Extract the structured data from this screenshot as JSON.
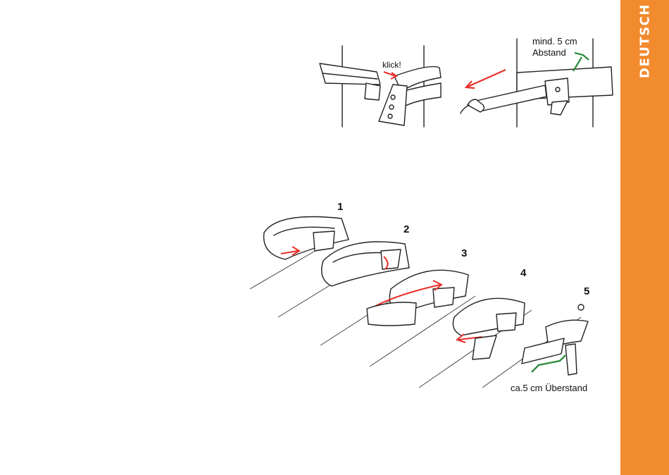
{
  "sidebar": {
    "label": "DEUTSCH",
    "color": "#f28a2e"
  },
  "figure_top_left": {
    "label": "klick!"
  },
  "figure_top_right": {
    "label_line1": "mind.  5 cm",
    "label_line2": "Abstand"
  },
  "steps": {
    "numbers": [
      "1",
      "2",
      "3",
      "4",
      "5"
    ]
  },
  "overhang": {
    "label": "ca.5 cm Überstand"
  },
  "colors": {
    "arrow_red": "#e8302a",
    "marker_green": "#2e8b3e"
  }
}
